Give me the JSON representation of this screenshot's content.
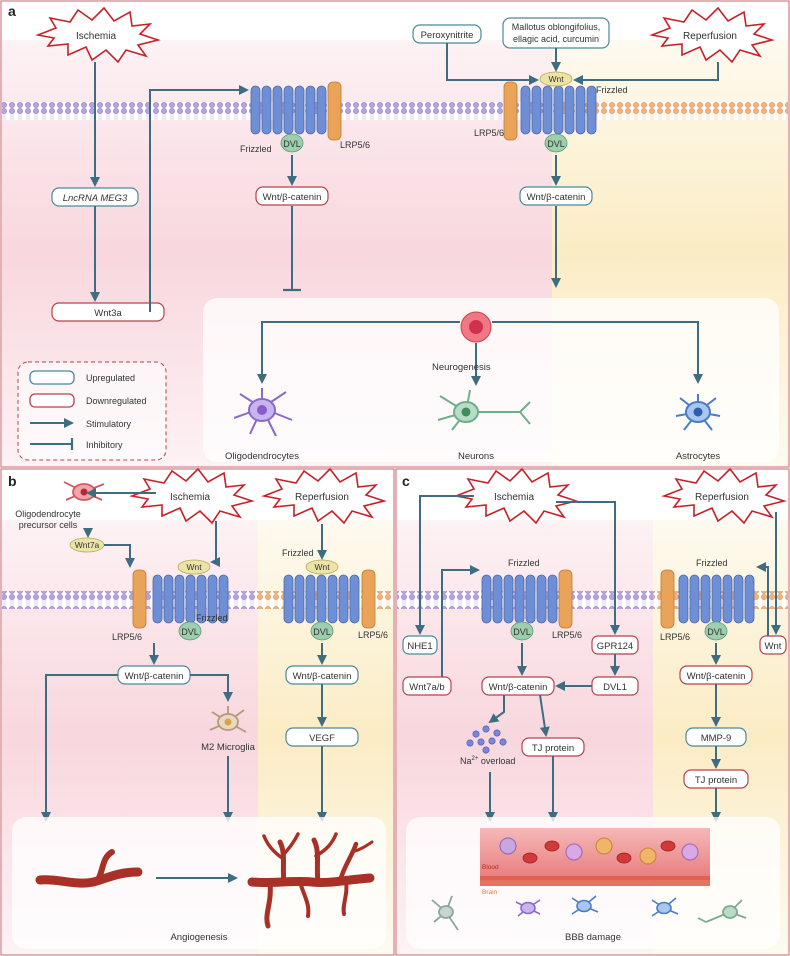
{
  "panels": {
    "a": {
      "label": "a",
      "stimuli": {
        "ischemia": "Ischemia",
        "reperfusion": "Reperfusion"
      },
      "boxes": {
        "peroxynitrite": "Peroxynitrite",
        "mallotus_line1": "Mallotus oblongifolius,",
        "mallotus_line2": "ellagic acid, curcumin",
        "lncrna": "LncRNA MEG3",
        "wnt3a": "Wnt3a",
        "wnt_beta_left": "Wnt/β-catenin",
        "wnt_beta_right": "Wnt/β-catenin"
      },
      "receptor_labels": {
        "frizzled_left": "Frizzled",
        "lrp_left": "LRP5/6",
        "dvl_left": "DVL",
        "frizzled_right": "Frizzled",
        "lrp_right": "LRP5/6",
        "dvl_right": "DVL",
        "wnt_right": "Wnt"
      },
      "cells": {
        "neurogenesis": "Neurogenesis",
        "oligodendrocytes": "Oligodendrocytes",
        "neurons": "Neurons",
        "astrocytes": "Astrocytes"
      },
      "legend": {
        "upregulated": "Upregulated",
        "downregulated": "Downregulated",
        "stimulatory": "Stimulatory",
        "inhibitory": "Inhibitory"
      }
    },
    "b": {
      "label": "b",
      "stimuli": {
        "ischemia": "Ischemia",
        "reperfusion": "Reperfusion"
      },
      "opc_line1": "Oligodendrocyte",
      "opc_line2": "precursor cells",
      "wnt7a": "Wnt7a",
      "receptor_labels": {
        "wnt_left": "Wnt",
        "lrp_left": "LRP5/6",
        "dvl_left": "DVL",
        "frizzled_left": "Frizzled",
        "frizzled_right": "Frizzled",
        "wnt_right": "Wnt",
        "dvl_right": "DVL",
        "lrp_right": "LRP5/6"
      },
      "boxes": {
        "wnt_beta_left": "Wnt/β-catenin",
        "wnt_beta_right": "Wnt/β-catenin",
        "vegf": "VEGF"
      },
      "microglia": "M2 Microglia",
      "angiogenesis": "Angiogenesis"
    },
    "c": {
      "label": "c",
      "stimuli": {
        "ischemia": "Ischemia",
        "reperfusion": "Reperfusion"
      },
      "receptor_labels": {
        "frizzled_left": "Frizzled",
        "dvl_left": "DVL",
        "lrp_left": "LRP5/6",
        "frizzled_right": "Frizzled",
        "dvl_right": "DVL",
        "lrp_right": "LRP5/6"
      },
      "boxes": {
        "nhe1": "NHE1",
        "wnt7ab": "Wnt7a/b",
        "gpr124": "GPR124",
        "dvl1": "DVL1",
        "wnt_beta_left": "Wnt/β-catenin",
        "tj_left": "TJ protein",
        "wnt": "Wnt",
        "wnt_beta_right": "Wnt/β-catenin",
        "mmp9": "MMP-9",
        "tj_right": "TJ protein"
      },
      "na_prefix": "Na",
      "na_superscript": "2+",
      "na_suffix": " overload",
      "blood": "Blood",
      "brain": "Brain",
      "bbb": "BBB damage"
    }
  },
  "colors": {
    "arrow": "#3e6c80",
    "up_border": "#4a8a9c",
    "down_border": "#b8424e",
    "burst_fill": "#c8202a",
    "frizzled_fill": "#6e8fd6",
    "lrp_fill": "#e9a45a",
    "dvl_fill": "#9dcfae",
    "wnt_fill": "#ece4a6",
    "vessel": "#a83026",
    "pink_bg": "#fbe6ea",
    "yellow_bg": "#fbf3da",
    "panel_border": "#d07d86"
  }
}
